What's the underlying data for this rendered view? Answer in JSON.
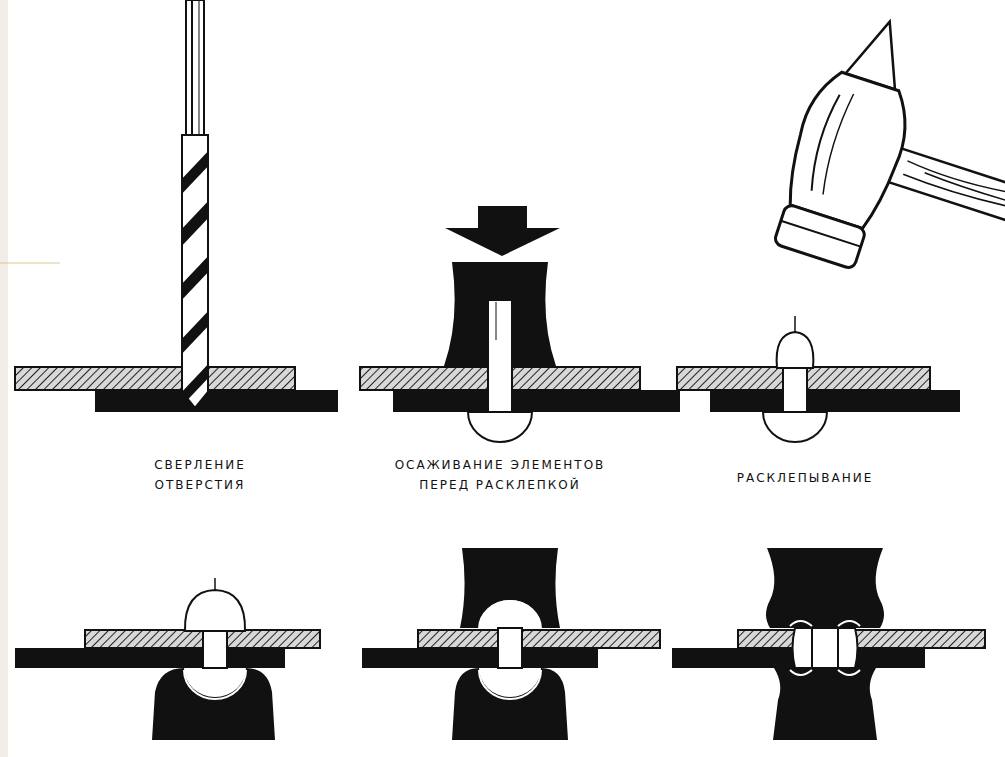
{
  "diagram": {
    "labels": [
      "СВЕРЛЕНИЕ ОТВЕРСТИЯ",
      "ОСАЖИВАНИЕ ЭЛЕМЕНТОВ ПЕРЕД РАСКЛЕПКОЙ",
      "РАСКЛЕПЫВАНИЕ"
    ]
  }
}
